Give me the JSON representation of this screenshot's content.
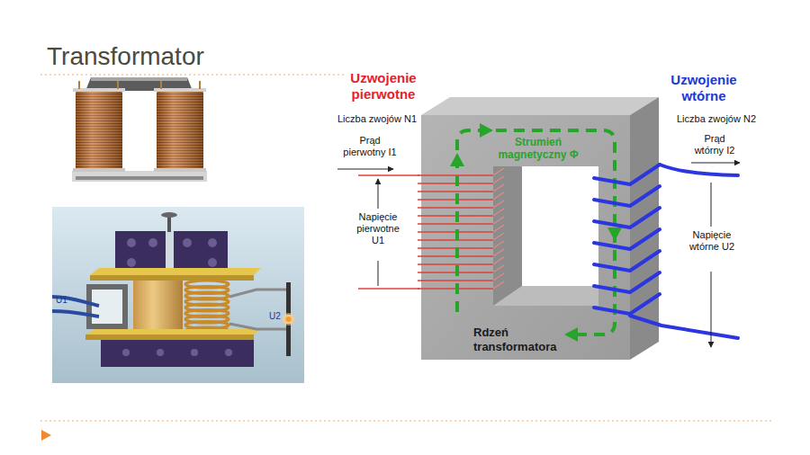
{
  "diagram": {
    "title": "Transformator",
    "nodes": [
      {
        "text": [
          "Rdzeń transformatora"
        ]
      }
    ],
    "labels": [
      "Uzwojenie pierwotne",
      "Liczba zwojów N1",
      "Prąd pierwotny I1",
      "Napięcie pierwotne U1",
      "Strumień magnetyczny Φ",
      "Uzwojenie wtórne",
      "Liczba zwojów N2",
      "Prąd wtórny I2",
      "Napięcie wtórne U2",
      "U1",
      "U2"
    ]
  }
}
